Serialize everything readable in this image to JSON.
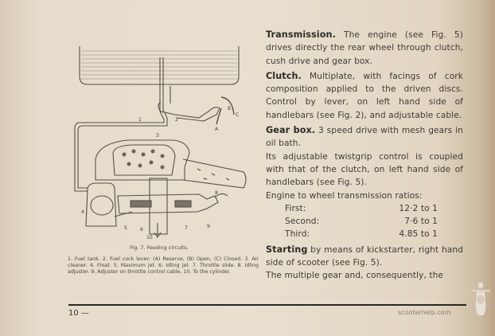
{
  "figure": {
    "caption": "Fig. 7. Feeding circuits.",
    "labels": [
      "1",
      "2",
      "3",
      "4",
      "5",
      "6",
      "7",
      "8",
      "9",
      "10",
      "A",
      "B",
      "C"
    ],
    "legend": "1. Fuel tank.   2. Fuel cock lever: (A) Reserve, (B) Open, (C) Closed.   3. Air cleaner.   4. Float.   5. Maximum jet.   6. Idling jet.   7. Throttle slide.   8. Idling adjuster.   9. Adjuster on throttle control cable.   10. To the cylinder."
  },
  "text": {
    "transmission_head": "Transmission.",
    "transmission_body": " The engine (see Fig. 5) drives directly the rear wheel through clutch, cush drive and gear box.",
    "clutch_head": "Clutch.",
    "clutch_body": " Multiplate, with facings of cork composition applied to the driven discs. Control by lever, on left hand side of handlebars (see Fig. 2), and adjustable cable.",
    "gearbox_head": "Gear box.",
    "gearbox_body": " 3 speed drive with mesh gears in oil bath.",
    "twistgrip": "Its adjustable twistgrip control is coupled with that of the clutch, on left hand side of handlebars (see Fig. 5).",
    "ratios_intro": "Engine to wheel transmission ratios:",
    "ratios": [
      {
        "gear": "First:",
        "ratio": "12·2 to 1"
      },
      {
        "gear": "Second:",
        "ratio": "7·6 to 1"
      },
      {
        "gear": "Third:",
        "ratio": "4.85 to 1"
      }
    ],
    "starting_head": "Starting",
    "starting_body": " by means of kickstarter, right hand side of scooter (see Fig. 5).",
    "multiple": "The multiple gear and, consequently, the"
  },
  "page_number": "10 —",
  "watermark": "scooterhelp.com"
}
